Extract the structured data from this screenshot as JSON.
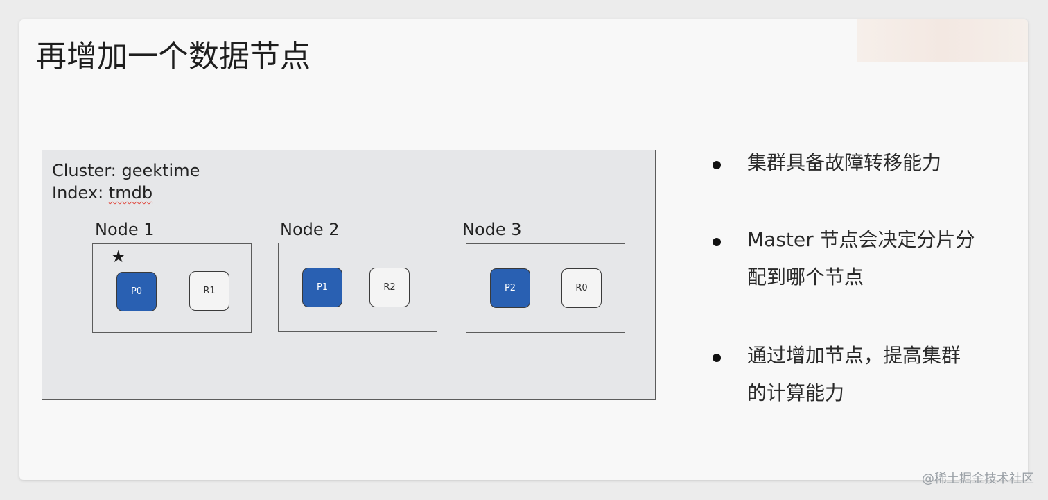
{
  "slide": {
    "title": "再增加一个数据节点"
  },
  "cluster": {
    "name_line": "Cluster: geektime",
    "index_prefix": "Index: ",
    "index_name": "tmdb",
    "nodes": [
      {
        "label": "Node 1",
        "is_master": true,
        "master_marker": "★",
        "shards": [
          {
            "label": "P0",
            "type": "primary"
          },
          {
            "label": "R1",
            "type": "replica"
          }
        ]
      },
      {
        "label": "Node 2",
        "is_master": false,
        "shards": [
          {
            "label": "P1",
            "type": "primary"
          },
          {
            "label": "R2",
            "type": "replica"
          }
        ]
      },
      {
        "label": "Node 3",
        "is_master": false,
        "shards": [
          {
            "label": "P2",
            "type": "primary"
          },
          {
            "label": "R0",
            "type": "replica"
          }
        ]
      }
    ]
  },
  "bullets": [
    {
      "lines": [
        "集群具备故障转移能力"
      ]
    },
    {
      "lines": [
        "Master 节点会决定分片分",
        "配到哪个节点"
      ]
    },
    {
      "lines": [
        "通过增加节点，提高集群",
        "的计算能力"
      ]
    }
  ],
  "watermark": "@稀土掘金技术社区",
  "colors": {
    "primary_shard": "#2960b2",
    "replica_shard": "#f4f4f4",
    "cluster_bg": "#e6e7e9"
  }
}
